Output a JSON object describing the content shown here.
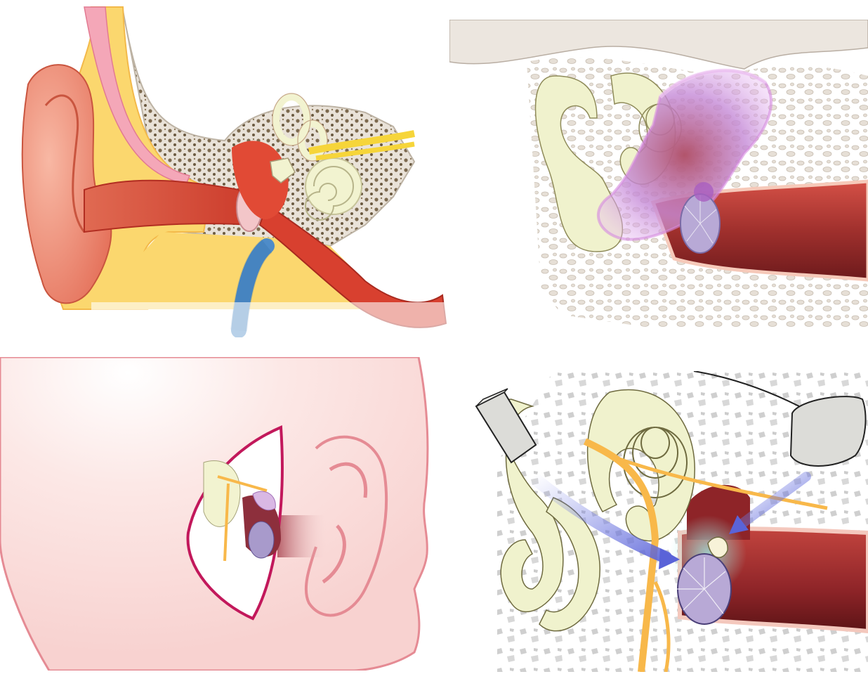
{
  "figure": {
    "panels": [
      {
        "id": "panel-ear-anatomy"
      },
      {
        "id": "panel-cholesteatoma"
      },
      {
        "id": "panel-head-cutaway"
      },
      {
        "id": "panel-surgical-access"
      }
    ],
    "colors": {
      "skin": "#f19a85",
      "skin_dark": "#e4725f",
      "fat": "#fbd76e",
      "bone": "#efe9e3",
      "bone_marrow": "#8e7a5e",
      "canal": "#d8402f",
      "inner_ear": "#f2f3d0",
      "nerve": "#f6d53a",
      "tube": "#4e8cc9",
      "lesion": "#c58ad7",
      "eardrum": "#b8a9d6",
      "canal_dark": "#9e2a2a",
      "head_skin": "#fbe1df",
      "head_outline": "#e58b94",
      "wedge": "#c2185b",
      "nerve_orange": "#f8b84a",
      "arrow_blue": "#7d86e8",
      "instrument": "#dcdcd8"
    }
  }
}
